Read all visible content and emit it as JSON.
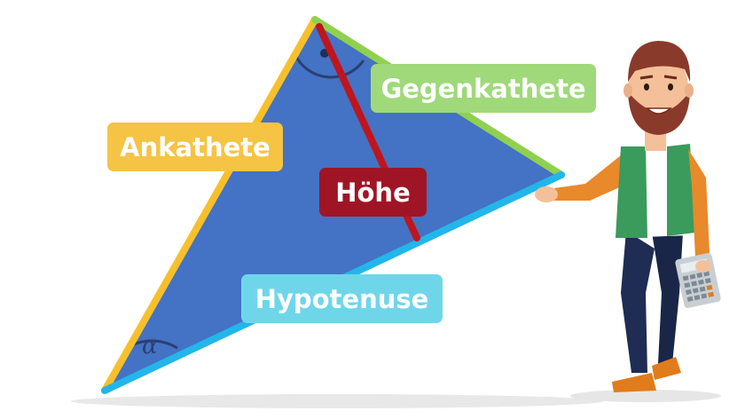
{
  "labels": {
    "ankathete": "Ankathete",
    "gegenkathete": "Gegenkathete",
    "hoehe": "Höhe",
    "hypotenuse": "Hypotenuse"
  },
  "angles": {
    "alpha": "α"
  },
  "colors": {
    "triangle_fill": "#4472c4",
    "ankathete": "#f7c02b",
    "gegenkathete": "#8fd14f",
    "hypotenuse": "#22b6ea",
    "hoehe": "#c0151c",
    "hoehe_label": "#a01525",
    "ankathete_label": "#f5c444",
    "gegenkathete_label": "#9fd97a",
    "hypotenuse_label": "#6fd6ea"
  },
  "icons": {
    "character": "teacher-with-calculator-icon"
  }
}
